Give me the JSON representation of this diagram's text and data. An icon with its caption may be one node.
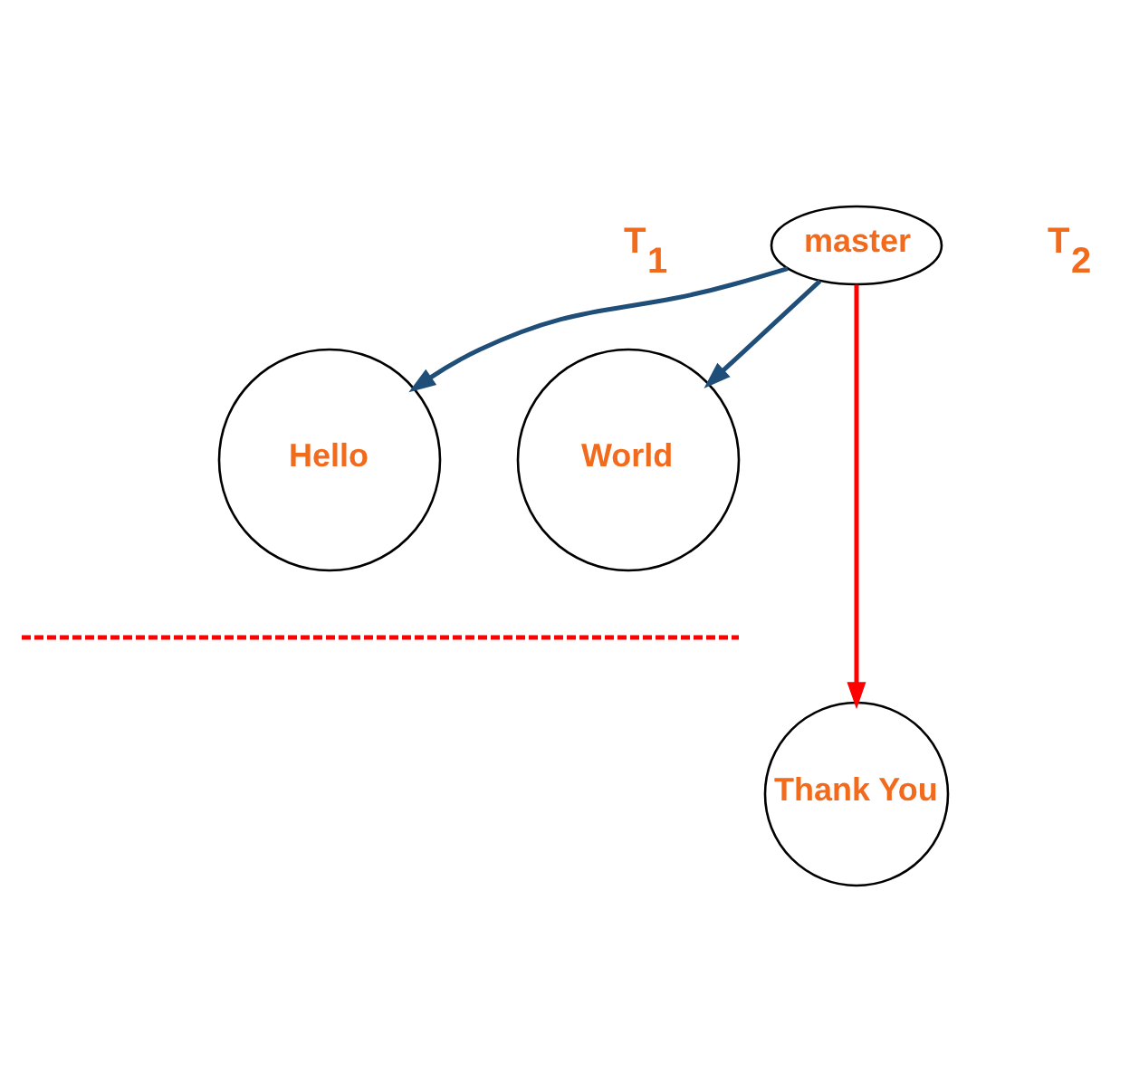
{
  "diagram": {
    "nodes": [
      {
        "text": [
          "master"
        ]
      },
      {
        "text": [
          "Hello"
        ]
      },
      {
        "text": [
          "World"
        ]
      },
      {
        "text": [
          "Thank You"
        ]
      }
    ],
    "edges": [
      {
        "from": 0,
        "to": 1,
        "arrow": "to"
      },
      {
        "from": 0,
        "to": 2,
        "arrow": "to"
      },
      {
        "from": 0,
        "to": 3,
        "arrow": "to",
        "color": "#ff0000"
      }
    ],
    "labels": [
      "T$_{1}$",
      "T$_{2}$"
    ]
  }
}
